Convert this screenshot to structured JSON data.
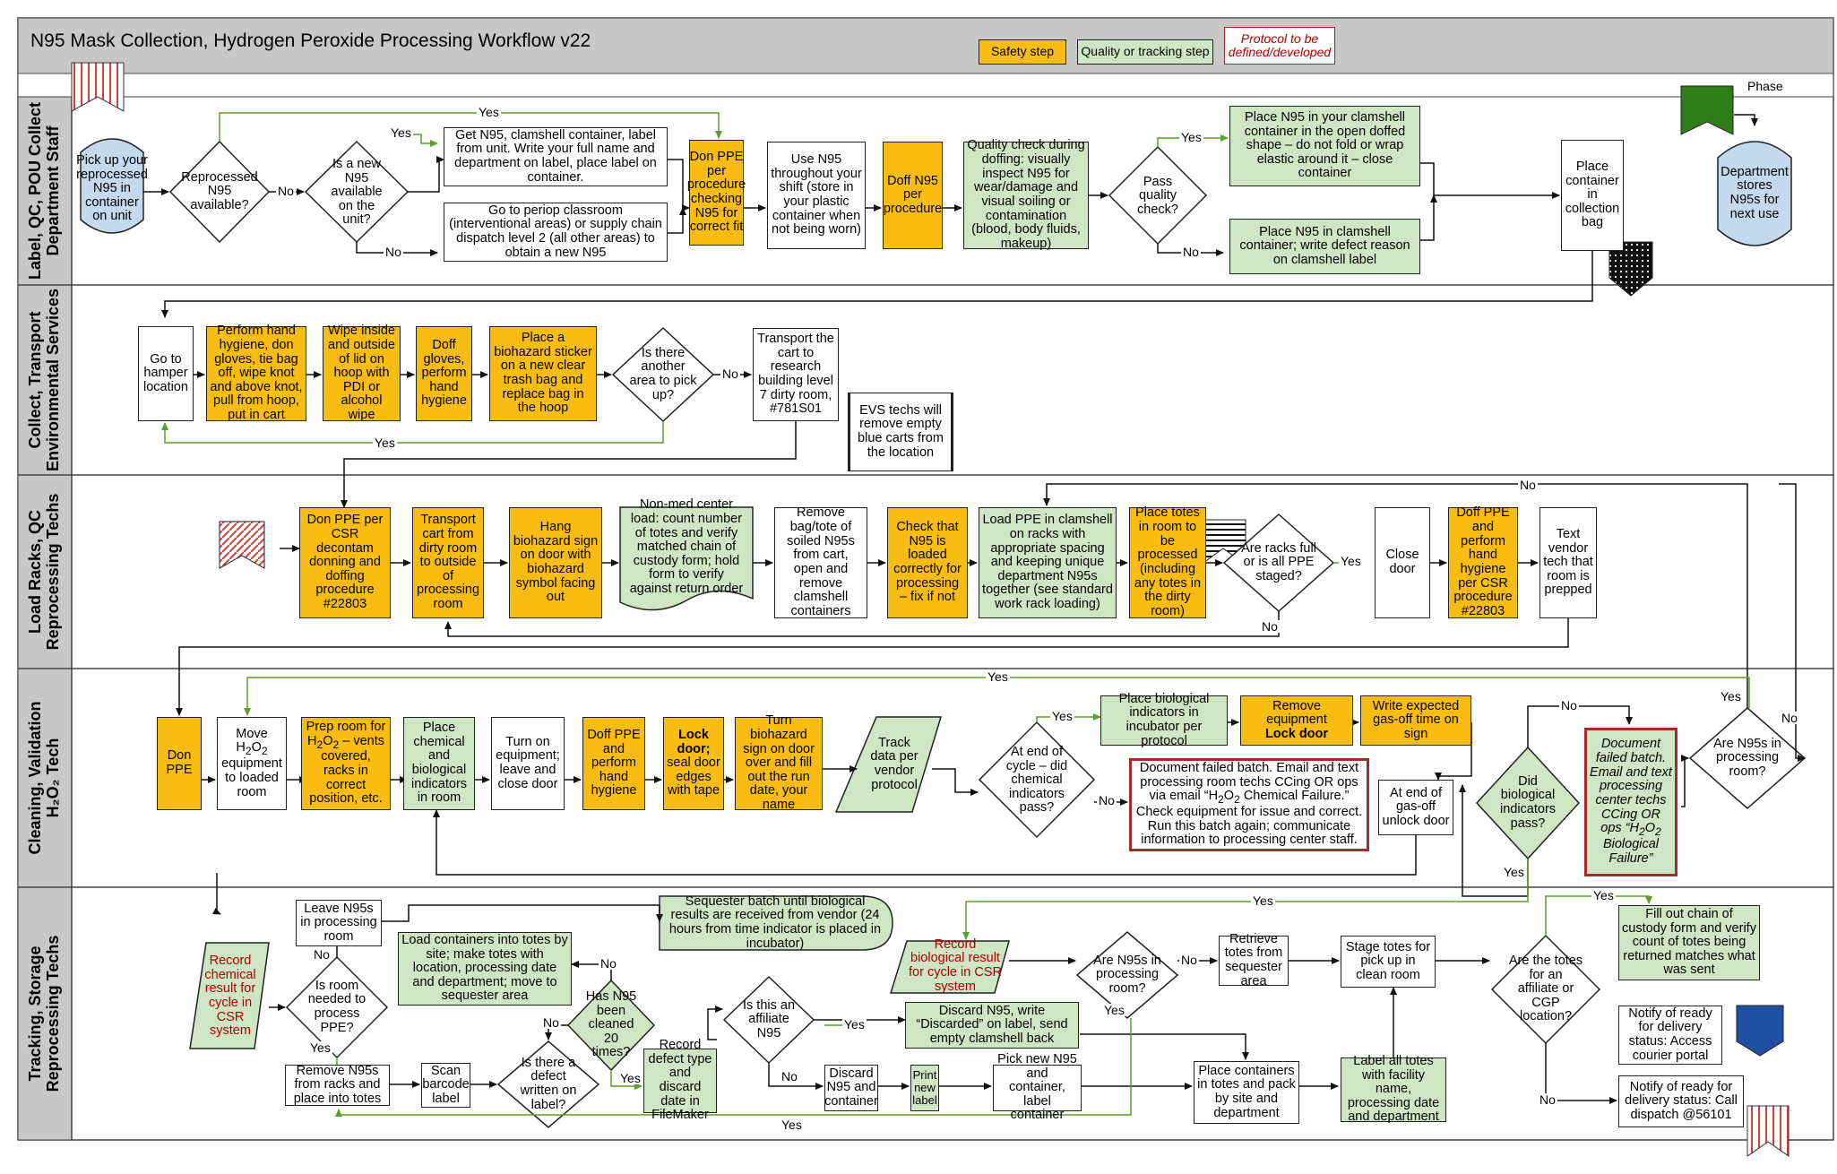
{
  "title": "N95 Mask Collection, Hydrogen Peroxide Processing Workflow v22",
  "legend": {
    "safety": "Safety step",
    "quality": "Quality or tracking step",
    "protocol": "Protocol to be defined/developed"
  },
  "phase_label": "Phase",
  "lanes": {
    "l1a": "Label, QC, POU Collect",
    "l1b": "Department Staff",
    "l2a": "Collect, Transport",
    "l2b": "Environmental Services",
    "l3a": "Load Racks, QC",
    "l3b": "Reprocessing Techs",
    "l4a": "Cleaning, Validation",
    "l4b": "H₂O₂ Tech",
    "l5a": "Tracking, Storage",
    "l5b": "Reprocessing Techs"
  },
  "colors": {
    "safety": "#f9bd12",
    "quality": "#cfe6c4",
    "protocol_border": "#a52a2a",
    "header": "#c8c8c8",
    "lane_header": "#c8c8c8",
    "terminal": "#c5d9ee",
    "yes_line": "#5aa02c",
    "marker_green": "#2e7d1a",
    "marker_blue": "#1f4fa0"
  },
  "lane1": {
    "pick_up": "Pick up your reprocessed N95 in container on unit",
    "reprocessed_avail": "Reprocessed N95 available?",
    "new_avail": "Is a new N95 available on the unit?",
    "get_n95": "Get N95, clamshell container, label from unit. Write your full name and department on label, place label on container.",
    "go_periop": "Go to periop classroom (interventional areas) or supply chain dispatch level 2 (all other areas) to obtain a new N95",
    "don_ppe": "Don PPE per procedure checking N95 for correct fit",
    "use_n95": "Use N95 throughout your shift (store in your plastic container when not being worn)",
    "doff_n95": "Doff N95 per procedure",
    "quality_check": "Quality check during doffing: visually inspect N95 for wear/damage and visual soiling or contamination (blood, body fluids, makeup)",
    "pass_check": "Pass quality check?",
    "place_clamshell": "Place N95 in your clamshell container in the open doffed shape – do not fold or wrap elastic around it – close container",
    "defect_clamshell": "Place N95 in clamshell container; write defect reason on clamshell label",
    "place_bag": "Place container in collection bag",
    "dept_stores": "Department stores N95s for next use"
  },
  "lane2": {
    "go_hamper": "Go to hamper location",
    "hand_hygiene": "Perform hand hygiene, don gloves, tie bag off, wipe knot and above knot, pull from hoop, put in cart",
    "wipe_lid": "Wipe inside and outside of lid on hoop with PDI or alcohol wipe",
    "doff_gloves": "Doff gloves, perform hand hygiene",
    "biohazard_sticker": "Place a biohazard sticker on a new clear trash bag and replace bag in the hoop",
    "another_area": "Is there another area to pick up?",
    "transport_cart": "Transport the cart to research building level 7 dirty room, #781S01",
    "evs_remove": "EVS techs will remove empty blue carts from the location"
  },
  "lane3": {
    "don_csr": "Don PPE per CSR decontam donning and doffing procedure #22803",
    "transport_dirty": "Transport cart from dirty room to outside of processing room",
    "hang_sign": "Hang biohazard sign on door with biohazard symbol facing out",
    "nonmed_load": "Non-med center load: count number of totes and verify matched chain of custody form; hold form to verify against return order",
    "remove_bag": "Remove bag/tote of soiled N95s from cart, open and remove clamshell containers",
    "check_loaded": "Check that N95 is loaded correctly for processing – fix if not",
    "load_ppe": "Load PPE in clamshell on racks with appropriate spacing and keeping unique department N95s together (see standard work rack loading)",
    "place_totes": "Place totes in room to be processed (including any totes in the dirty room)",
    "racks_full": "Are racks full or is all PPE staged?",
    "close_door": "Close door",
    "doff_hygiene": "Doff PPE and perform hand hygiene per CSR procedure #22803",
    "text_vendor": "Text vendor tech that room is prepped"
  },
  "lane4": {
    "don_ppe": "Don PPE",
    "move_eq_a": "Move H",
    "move_eq_sub": "2",
    "move_eq_b": "O",
    "move_eq_c": "equipment to loaded room",
    "prep_a": "Prep room for H",
    "prep_b": "O",
    "prep_c": "– vents covered, racks in correct position, etc.",
    "place_indicators": "Place chemical and biological indicators in room",
    "turn_on": "Turn on equipment; leave and close door",
    "doff_ppe": "Doff PPE and perform hand hygiene",
    "lock_door_bold": "Lock door;",
    "lock_door_rest": "seal door edges with tape",
    "turn_sign": "Turn biohazard sign on door over and fill out the run date, your name",
    "track_data": "Track data per vendor protocol",
    "end_cycle": "At end of cycle – did chemical indicators pass?",
    "place_bio": "Place biological indicators in incubator per protocol",
    "remove_eq_a": "Remove equipment",
    "remove_eq_b": "Lock door",
    "write_gasoff": "Write expected gas-off time on sign",
    "chem_fail_a": "Document failed batch. Email and text processing room techs CCing OR ops via email “H",
    "chem_fail_b": "O",
    "chem_fail_c": " Chemical Failure.” Check equipment for issue and correct. Run this batch again; communicate information to processing center staff.",
    "gas_off": "At end of gas-off unlock door",
    "bio_pass": "Did biological indicators pass?",
    "bio_fail_a": "Document failed batch. Email and text processing center techs CCing OR ops “H",
    "bio_fail_b": "O",
    "bio_fail_c": " Biological Failure”",
    "in_processing": "Are N95s in processing room?"
  },
  "lane5": {
    "record_chem": "Record chemical result for cycle in CSR system",
    "leave_n95": "Leave N95s in processing room",
    "room_needed": "Is room needed to process PPE?",
    "load_totes": "Load containers into totes by site; make totes with location, processing date and department; move to sequester area",
    "sequester": "Sequester batch until biological results are received from vendor (24 hours from time indicator is placed in incubator)",
    "cleaned20": "Has N95 been cleaned 20 times?",
    "remove_racks": "Remove N95s from racks and place into totes",
    "scan": "Scan barcode label",
    "defect_written": "Is there a defect written on label?",
    "record_defect": "Record defect type and discard date in FileMaker",
    "affiliate_n95": "Is this an affiliate N95",
    "discard_write": "Discard N95, write “Discarded” on label, send empty clamshell back",
    "discard_container": "Discard N95 and container",
    "print_label": "Print new label",
    "pick_new": "Pick new N95 and container, label container",
    "record_bio": "Record biological result for cycle in CSR system",
    "in_proc_room": "Are N95s in processing room?",
    "retrieve": "Retrieve totes from sequester area",
    "stage": "Stage totes for pick up in clean room",
    "place_containers": "Place containers in totes and pack by site and department",
    "label_totes": "Label all totes with facility name, processing date and department",
    "affiliate_cgp": "Are the totes for an affiliate or CGP location?",
    "fill_custody": "Fill out chain of custody form and verify count of totes being returned matches what was sent",
    "notify_courier": "Notify of ready for delivery status: Access courier portal",
    "notify_dispatch": "Notify of ready for delivery status: Call dispatch @56101"
  },
  "labels": {
    "yes": "Yes",
    "no": "No"
  }
}
